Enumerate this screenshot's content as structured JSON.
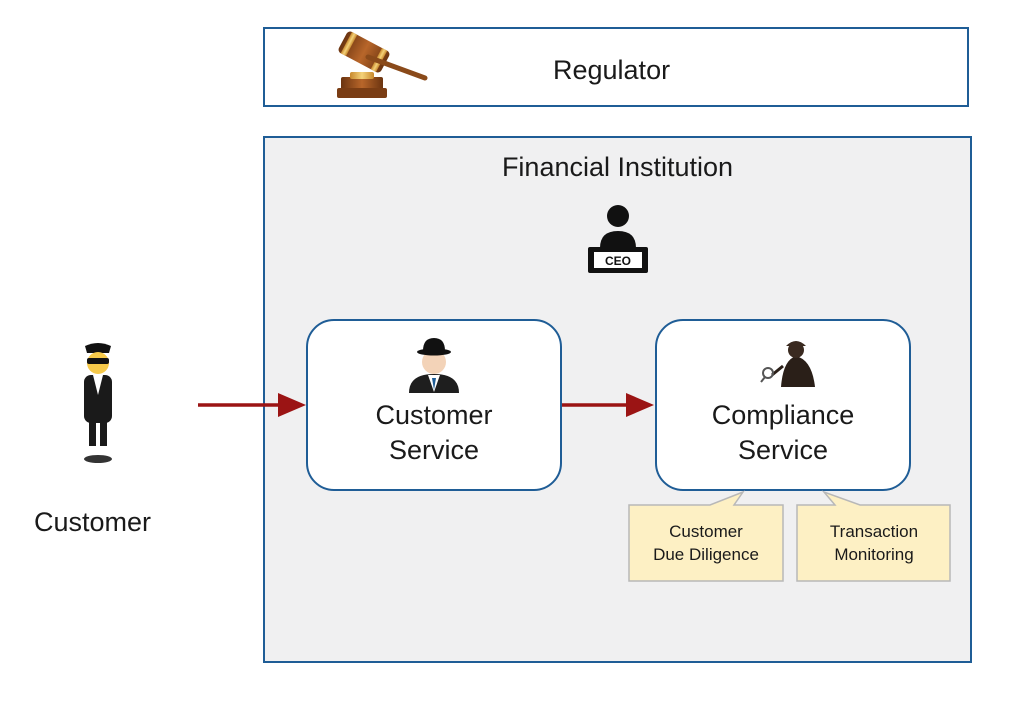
{
  "regulator": {
    "label": "Regulator",
    "icon": "gavel-icon"
  },
  "financial_institution": {
    "title": "Financial Institution",
    "ceo_icon": "ceo-icon",
    "ceo_badge": "CEO"
  },
  "customer": {
    "label": "Customer",
    "icon": "spy-person-icon"
  },
  "customer_service": {
    "line1": "Customer",
    "line2": "Service",
    "icon": "man-in-bowler-hat-icon"
  },
  "compliance_service": {
    "line1": "Compliance",
    "line2": "Service",
    "icon": "detective-icon"
  },
  "notes": [
    {
      "line1": "Customer",
      "line2": "Due Diligence"
    },
    {
      "line1": "Transaction",
      "line2": "Monitoring"
    }
  ],
  "colors": {
    "box_border": "#1f5d96",
    "institution_fill": "#f0f0f1",
    "arrow": "#9b1414",
    "note_fill": "#fdf0c4",
    "note_border": "#b8b8b8"
  }
}
